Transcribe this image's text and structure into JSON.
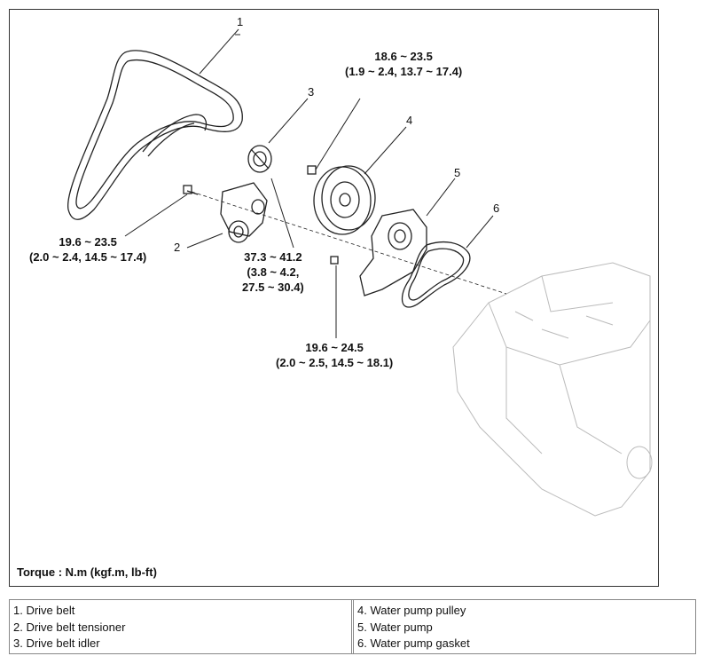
{
  "diagram": {
    "callouts": {
      "c1": "1",
      "c2": "2",
      "c3": "3",
      "c4": "4",
      "c5": "5",
      "c6": "6"
    },
    "torques": {
      "top_pulley": [
        "18.6 ~ 23.5",
        "(1.9 ~ 2.4, 13.7 ~ 17.4)"
      ],
      "tensioner_bolt": [
        "19.6 ~ 23.5",
        "(2.0 ~ 2.4, 14.5 ~ 17.4)"
      ],
      "idler_bolt": [
        "37.3 ~ 41.2",
        "(3.8 ~ 4.2,",
        "27.5 ~ 30.4)"
      ],
      "pump_bolt": [
        "19.6 ~ 24.5",
        "(2.0 ~ 2.5, 14.5 ~ 18.1)"
      ]
    },
    "torque_note": "Torque : N.m (kgf.m, lb-ft)"
  },
  "legend": {
    "left": [
      "1. Drive belt",
      "2. Drive belt tensioner",
      "3. Drive belt idler"
    ],
    "right": [
      "4. Water pump pulley",
      "5. Water pump",
      "6. Water pump gasket"
    ]
  }
}
